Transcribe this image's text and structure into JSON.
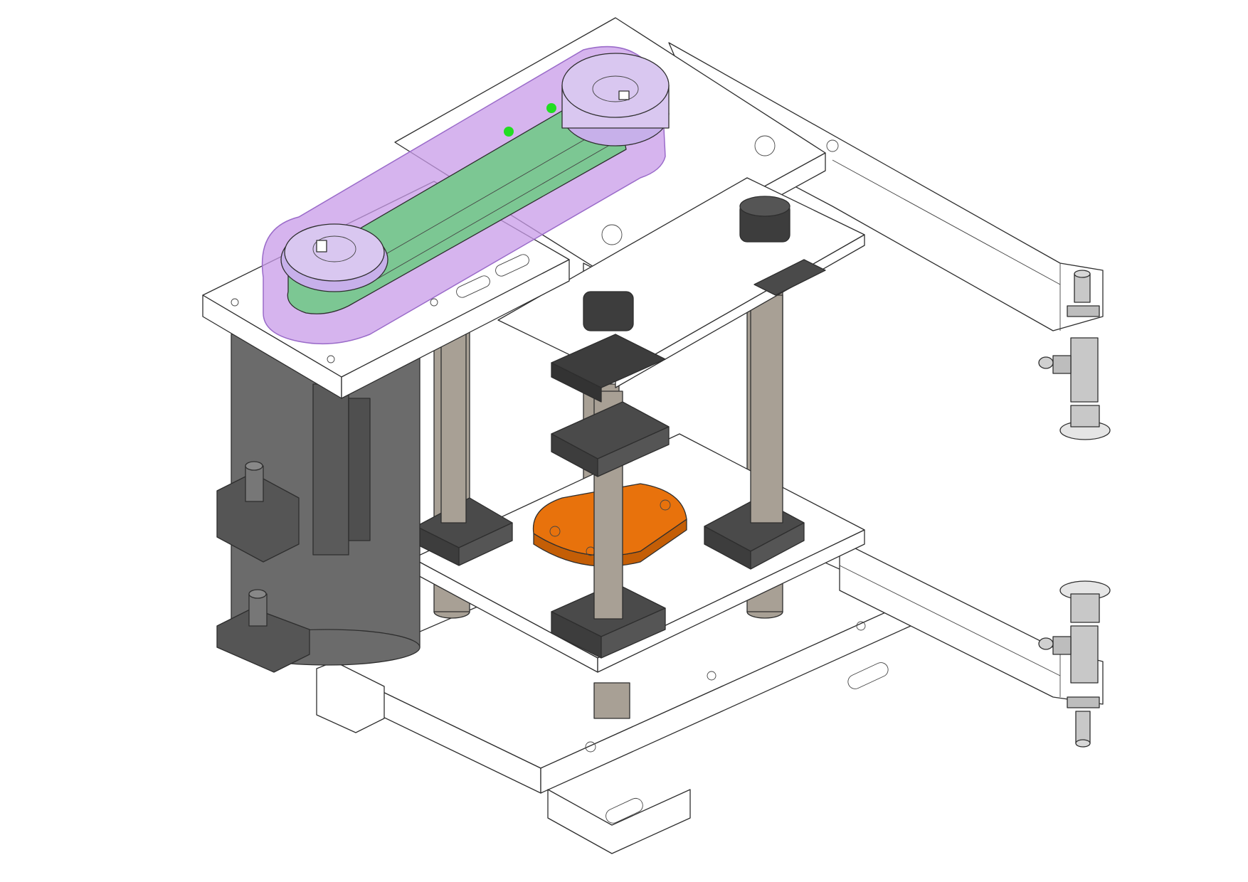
{
  "colors": {
    "background": "#ffffff",
    "plate": "#ffffff",
    "outline": "#2e2e2e",
    "dark_part": "#5a5a5a",
    "motor": "#6b6b6b",
    "rod": "#a8a095",
    "belt": "#7cc793",
    "belt_cover": "#c89be8",
    "pulley": "#d9c7f0",
    "orange_part": "#e8720c",
    "green_marker": "#22dd22",
    "steel": "#c8c8c8"
  },
  "components": [
    {
      "id": "top-plate",
      "icon": "plate"
    },
    {
      "id": "motor-plate",
      "icon": "plate"
    },
    {
      "id": "belt-cover",
      "icon": "translucent-cover"
    },
    {
      "id": "timing-belt",
      "icon": "belt"
    },
    {
      "id": "drive-pulley",
      "icon": "pulley"
    },
    {
      "id": "driven-pulley",
      "icon": "pulley"
    },
    {
      "id": "servo-motor",
      "icon": "motor"
    },
    {
      "id": "guide-rods",
      "icon": "rod"
    },
    {
      "id": "linear-bushings",
      "icon": "flange-block"
    },
    {
      "id": "moving-plate",
      "icon": "plate"
    },
    {
      "id": "cam-plate",
      "icon": "orange-cam"
    },
    {
      "id": "base-plate",
      "icon": "plate"
    },
    {
      "id": "upper-arm",
      "icon": "arm"
    },
    {
      "id": "lower-arm",
      "icon": "arm"
    },
    {
      "id": "upper-suction-cup",
      "icon": "vacuum-pad"
    },
    {
      "id": "lower-suction-cup",
      "icon": "vacuum-pad"
    }
  ]
}
